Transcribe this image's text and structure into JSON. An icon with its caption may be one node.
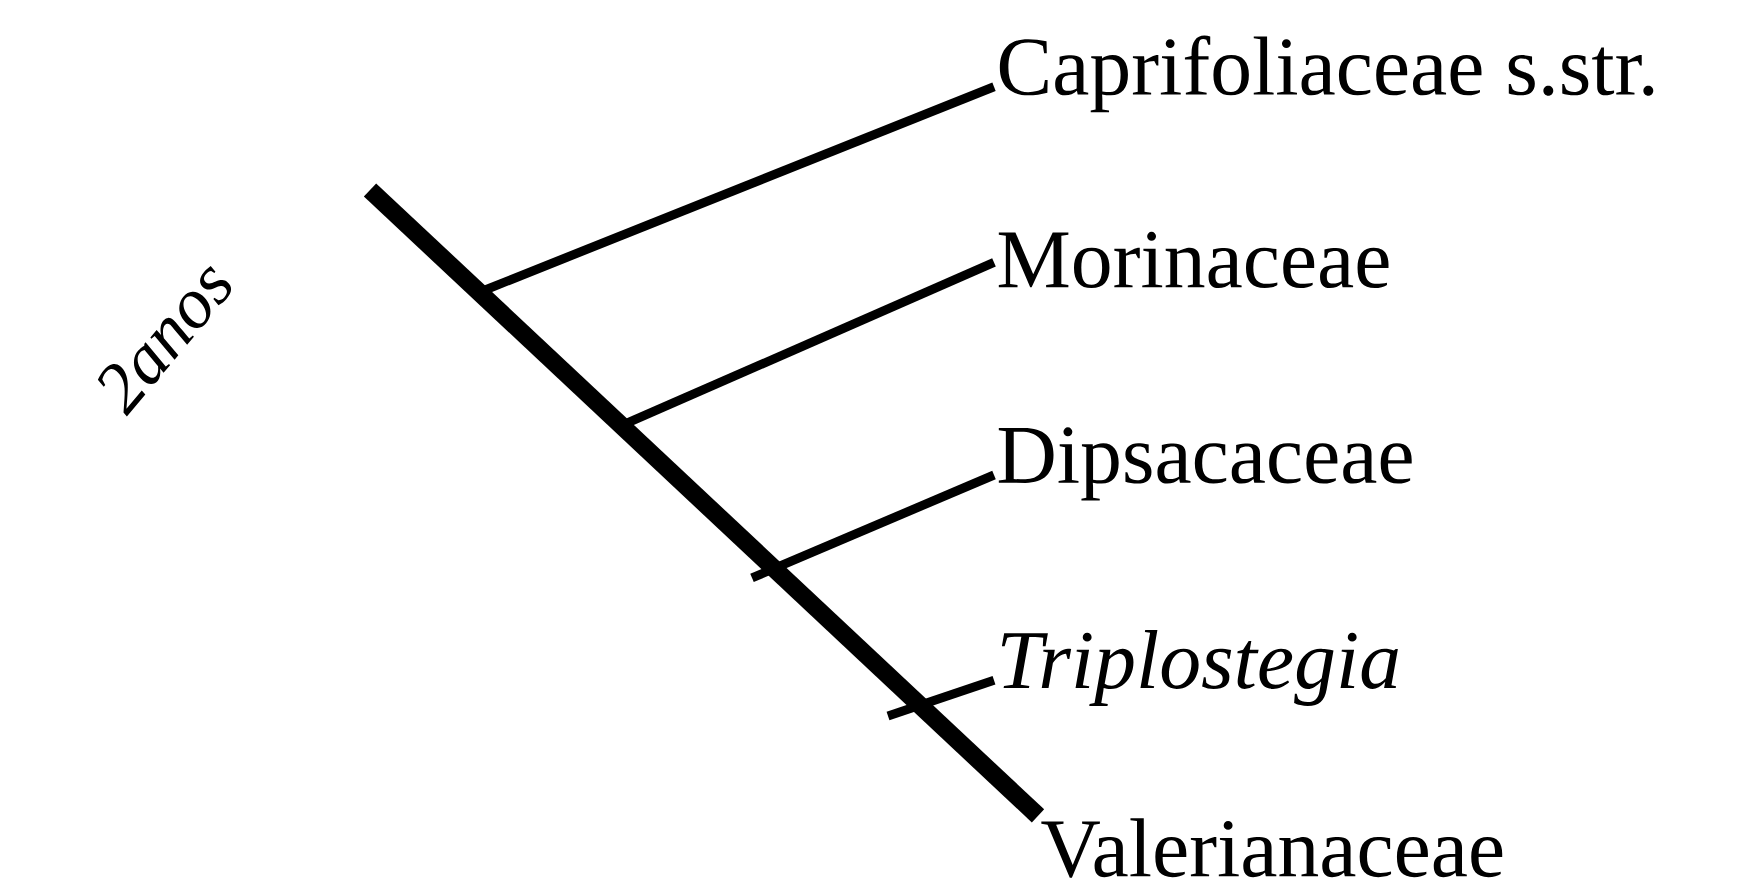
{
  "diagram": {
    "nodes": [
      {
        "text": [
          "Caprifoliaceae s.str."
        ]
      },
      {
        "text": [
          "Morinaceae"
        ]
      },
      {
        "text": [
          "Dipsacaceae"
        ]
      },
      {
        "text": [
          "Triplostegia"
        ]
      },
      {
        "text": [
          "Valerianaceae"
        ]
      }
    ],
    "edges": [
      {
        "from": null,
        "to": 4,
        "arrow": "none",
        "style": "thick"
      },
      {
        "from": null,
        "to": 0,
        "arrow": "none"
      },
      {
        "from": null,
        "to": 1,
        "arrow": "none"
      },
      {
        "from": null,
        "to": 2,
        "arrow": "none"
      },
      {
        "from": null,
        "to": 3,
        "arrow": "none"
      }
    ],
    "labels": [
      "2anos"
    ]
  }
}
